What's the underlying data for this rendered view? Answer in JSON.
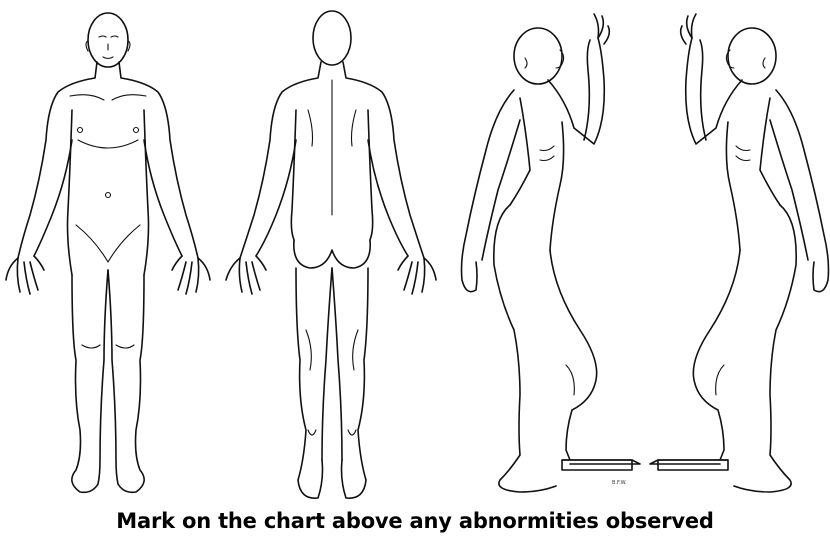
{
  "figures": [
    {
      "view": "anterior"
    },
    {
      "view": "posterior"
    },
    {
      "view": "right-lateral"
    },
    {
      "view": "left-lateral"
    }
  ],
  "artist_initials": "B.F.W.",
  "caption": "Mark on the chart above any abnormities observed"
}
